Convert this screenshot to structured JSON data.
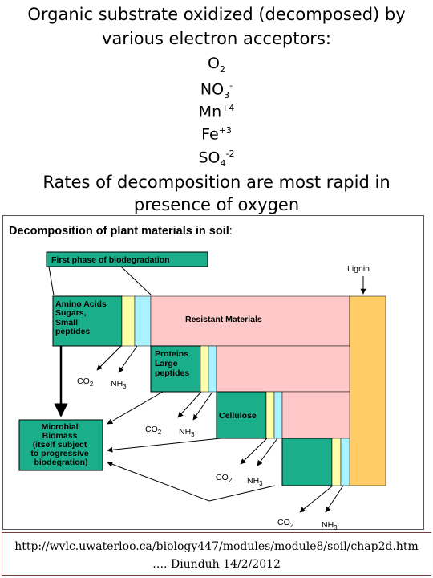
{
  "heading": {
    "line1": "Organic substrate  oxidized (decomposed) by",
    "line2": "various electron acceptors:"
  },
  "acceptors": [
    {
      "base": "O",
      "sub": "2",
      "sup": ""
    },
    {
      "base": "NO",
      "sub": "3",
      "sup": "-"
    },
    {
      "base": "Mn",
      "sub": "",
      "sup": "+4"
    },
    {
      "base": "Fe",
      "sub": "",
      "sup": "+3"
    },
    {
      "base": "SO",
      "sub": "4",
      "sup": "-2"
    }
  ],
  "rates": {
    "line1": "Rates of decomposition are most rapid in",
    "line2": "presence of oxygen"
  },
  "diagram": {
    "title": "Decomposition of plant materials in soil",
    "title_suffix": ":",
    "first_phase": "First phase of biodegradation",
    "lignin": "Lignin",
    "amino": [
      "Amino Acids",
      "Sugars,",
      "Small",
      "peptides"
    ],
    "resistant": "Resistant Materials",
    "proteins": [
      "Proteins",
      "Large",
      "peptides"
    ],
    "cellulose": "Cellulose",
    "microbial": [
      "Microbial",
      "Biomass",
      "(itself subject",
      "to progressive",
      "biodegration)"
    ],
    "co2_base": "CO",
    "co2_sub": "2",
    "nh3_base": "NH",
    "nh3_sub": "3"
  },
  "colors": {
    "green": "#1aae8a",
    "light_yellow": "#ffffaa",
    "light_cyan": "#aaf2ff",
    "pink": "#ffc8c8",
    "orange": "#ffcc66"
  },
  "citation": {
    "url": "http://wvlc.uwaterloo.ca/biology447/modules/module8/soil/chap2d.htm",
    "author_date": "…. Diunduh  14/2/2012"
  }
}
